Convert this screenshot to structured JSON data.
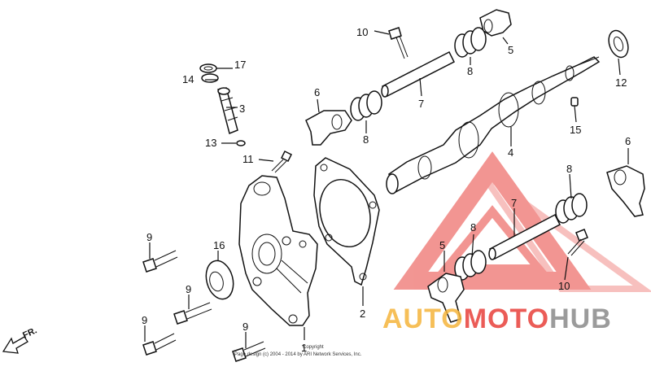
{
  "callouts": [
    {
      "id": "1",
      "label": "1"
    },
    {
      "id": "2",
      "label": "2"
    },
    {
      "id": "3",
      "label": "3"
    },
    {
      "id": "4",
      "label": "4"
    },
    {
      "id": "5a",
      "label": "5"
    },
    {
      "id": "5b",
      "label": "5"
    },
    {
      "id": "6a",
      "label": "6"
    },
    {
      "id": "6b",
      "label": "6"
    },
    {
      "id": "7a",
      "label": "7"
    },
    {
      "id": "7b",
      "label": "7"
    },
    {
      "id": "8a",
      "label": "8"
    },
    {
      "id": "8b",
      "label": "8"
    },
    {
      "id": "8c",
      "label": "8"
    },
    {
      "id": "8d",
      "label": "8"
    },
    {
      "id": "9a",
      "label": "9"
    },
    {
      "id": "9b",
      "label": "9"
    },
    {
      "id": "9c",
      "label": "9"
    },
    {
      "id": "9d",
      "label": "9"
    },
    {
      "id": "10a",
      "label": "10"
    },
    {
      "id": "10b",
      "label": "10"
    },
    {
      "id": "11",
      "label": "11"
    },
    {
      "id": "12",
      "label": "12"
    },
    {
      "id": "13",
      "label": "13"
    },
    {
      "id": "14",
      "label": "14"
    },
    {
      "id": "15",
      "label": "15"
    },
    {
      "id": "16",
      "label": "16"
    },
    {
      "id": "17",
      "label": "17"
    }
  ],
  "direction_label": "FR.",
  "copyright_line1": "Copyright",
  "copyright_line2": "Page design (c) 2004 - 2014 by ARI Network Services, Inc.",
  "watermark": {
    "part1": "AUTO",
    "part2": "MOTO",
    "part3": "HUB",
    "color_orange": "#f5b43c",
    "color_red": "#e8403a",
    "color_gray": "#8a8a8a"
  }
}
